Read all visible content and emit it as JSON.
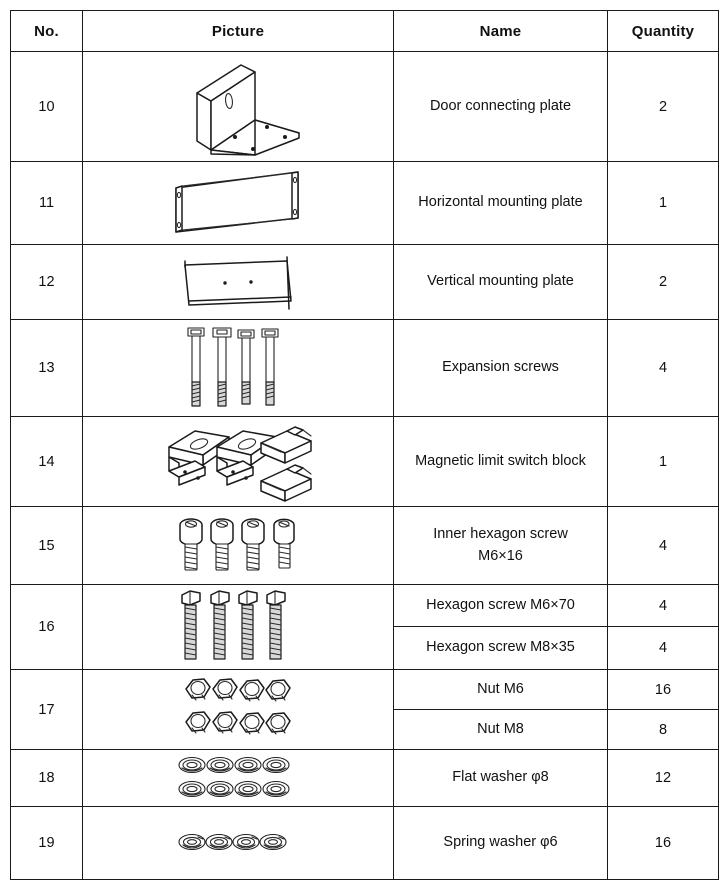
{
  "table": {
    "headers": {
      "no": "No.",
      "picture": "Picture",
      "name": "Name",
      "quantity": "Quantity"
    },
    "rows": [
      {
        "no": "10",
        "picture_icon": "door-connecting-plate-drawing",
        "entries": [
          {
            "name": "Door connecting plate",
            "quantity": "2"
          }
        ]
      },
      {
        "no": "11",
        "picture_icon": "horizontal-mounting-plate-drawing",
        "entries": [
          {
            "name": "Horizontal mounting plate",
            "quantity": "1"
          }
        ]
      },
      {
        "no": "12",
        "picture_icon": "vertical-mounting-plate-drawing",
        "entries": [
          {
            "name": "Vertical mounting plate",
            "quantity": "2"
          }
        ]
      },
      {
        "no": "13",
        "picture_icon": "expansion-screws-drawing",
        "entries": [
          {
            "name": "Expansion screws",
            "quantity": "4"
          }
        ]
      },
      {
        "no": "14",
        "picture_icon": "magnetic-limit-switch-block-drawing",
        "entries": [
          {
            "name": "Magnetic limit switch block",
            "quantity": "1"
          }
        ]
      },
      {
        "no": "15",
        "picture_icon": "inner-hexagon-screws-drawing",
        "entries": [
          {
            "name": "Inner hexagon screw\nM6×16",
            "quantity": "4"
          }
        ]
      },
      {
        "no": "16",
        "picture_icon": "hexagon-screws-drawing",
        "entries": [
          {
            "name": "Hexagon screw M6×70",
            "quantity": "4"
          },
          {
            "name": "Hexagon screw M8×35",
            "quantity": "4"
          }
        ]
      },
      {
        "no": "17",
        "picture_icon": "nuts-drawing",
        "entries": [
          {
            "name": "Nut M6",
            "quantity": "16"
          },
          {
            "name": "Nut M8",
            "quantity": "8"
          }
        ]
      },
      {
        "no": "18",
        "picture_icon": "flat-washers-drawing",
        "entries": [
          {
            "name": "Flat washer φ8",
            "quantity": "12"
          }
        ]
      },
      {
        "no": "19",
        "picture_icon": "spring-washers-drawing",
        "entries": [
          {
            "name": "Spring washer φ6",
            "quantity": "16"
          }
        ]
      }
    ]
  },
  "colors": {
    "border": "#1a1a1a",
    "text": "#111111",
    "background": "#ffffff",
    "drawing_line": "#1b1b1b"
  }
}
